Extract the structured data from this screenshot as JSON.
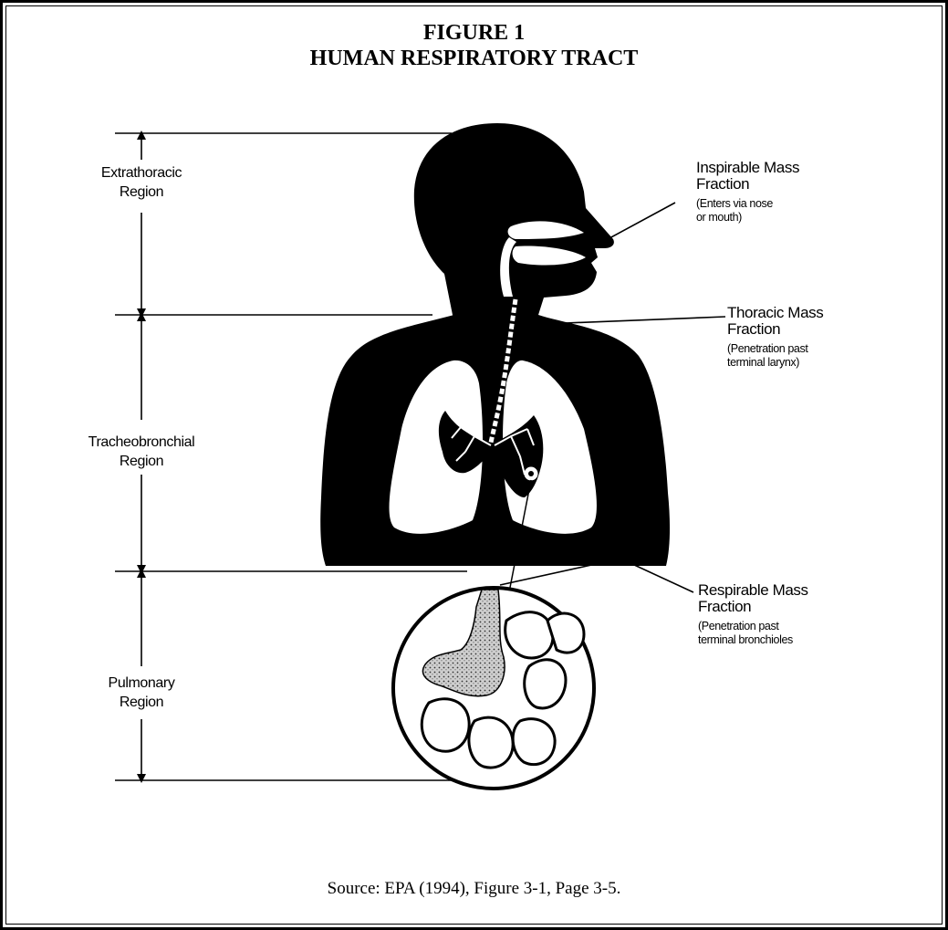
{
  "title": {
    "line1": "FIGURE 1",
    "line2": "HUMAN RESPIRATORY TRACT"
  },
  "regions": [
    {
      "line1": "Extrathoracic",
      "line2": "Region"
    },
    {
      "line1": "Tracheobronchial",
      "line2": "Region"
    },
    {
      "line1": "Pulmonary",
      "line2": "Region"
    }
  ],
  "fractions": [
    {
      "line1": "Inspirable Mass",
      "line2": "Fraction",
      "sub1": "(Enters via nose",
      "sub2": "or mouth)"
    },
    {
      "line1": "Thoracic Mass",
      "line2": "Fraction",
      "sub1": "(Penetration past",
      "sub2": "terminal larynx)"
    },
    {
      "line1": "Respirable Mass",
      "line2": "Fraction",
      "sub1": "(Penetration past",
      "sub2": "terminal bronchioles"
    }
  ],
  "source": "Source: EPA (1994), Figure 3-1, Page 3-5."
}
